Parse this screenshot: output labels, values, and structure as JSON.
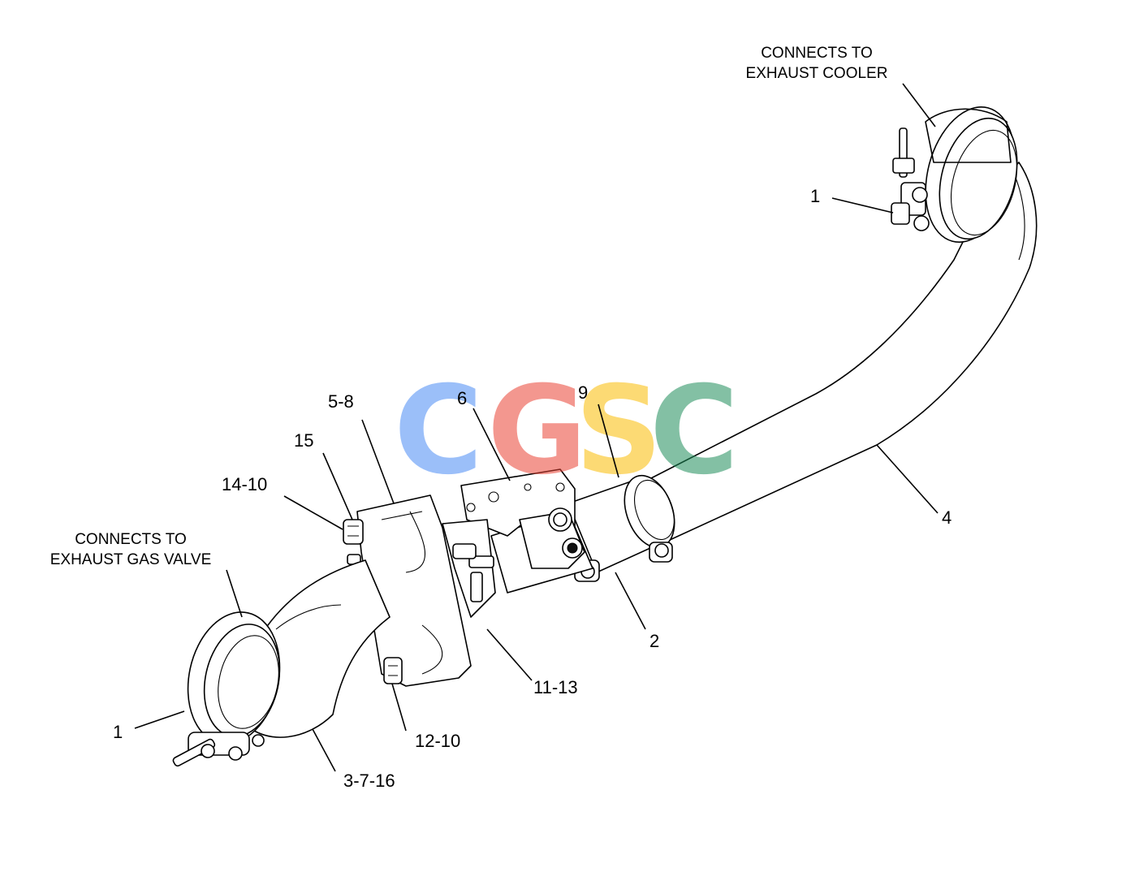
{
  "notes": {
    "top": [
      "CONNECTS TO",
      "EXHAUST COOLER"
    ],
    "left": [
      "CONNECTS TO",
      "EXHAUST GAS VALVE"
    ]
  },
  "callouts": {
    "top_clamp": "1",
    "bottom_clamp": "1",
    "pipe_long": "4",
    "adapter": "2",
    "bracket": "6",
    "seal": "9",
    "flange": "5-8",
    "bolt_15": "15",
    "bolt_14": "14-10",
    "bolt_12": "12-10",
    "stud_11": "11-13",
    "elbow": "3-7-16"
  },
  "watermark": {
    "letters": [
      "C",
      "G",
      "S",
      "C"
    ],
    "colors": [
      "#4a8bf5",
      "#ea4335",
      "#fbbc04",
      "#1e8e5a"
    ]
  }
}
